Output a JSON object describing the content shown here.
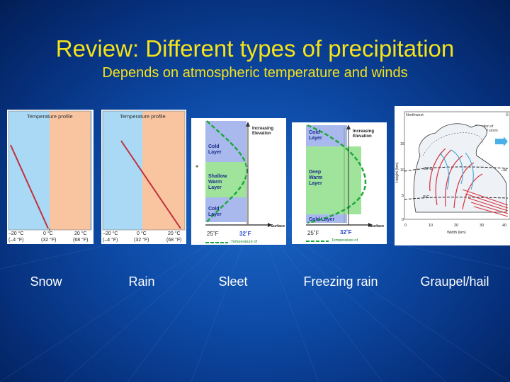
{
  "title": "Review: Different types of precipitation",
  "subtitle": "Depends on atmospheric temperature and winds",
  "profile": {
    "heading": "Temperature profile",
    "left_c": "–20 °C",
    "left_f": "(–4 °F)",
    "mid_c": "0 °C",
    "mid_f": "(32 °F)",
    "right_c": "20 °C",
    "right_f": "(68 °F)"
  },
  "sleet": {
    "layer_top": "Cold\nLayer",
    "layer_mid": "Shallow\nWarm\nLayer",
    "layer_bot": "Cold\nLayer",
    "elevation": "Increasing\nElevation",
    "surface": "Surface",
    "t25": "25˚F",
    "t32": "32˚F",
    "legend": "Temperature of"
  },
  "freezing": {
    "layer_top": "Cold\nLayer",
    "layer_mid": "Deep\nWarm\nLayer",
    "layer_bot": "Cold Layer",
    "elevation": "Increasing\nElevation",
    "surface": "Surface",
    "t25": "25˚F",
    "t32": "32˚F",
    "legend": "Temperature of"
  },
  "hail": {
    "northwest": "Northwest",
    "se": "S",
    "direction": "Direction of\ntravel of storm",
    "height": "Height (km)",
    "width": "Width (km)",
    "zero_c": "0°C",
    "minus20": "–20°C",
    "minus40": "–40",
    "y_ticks": [
      "15",
      "10",
      "5",
      "0"
    ],
    "x_ticks": [
      "0",
      "10",
      "20",
      "30",
      "40"
    ]
  },
  "captions": [
    "Snow",
    "Rain",
    "Sleet",
    "Freezing rain",
    "Graupel/hail"
  ],
  "colors": {
    "title": "#f4e21a",
    "cold": "#a9d9f4",
    "warm": "#f9c4a0",
    "cold_layer": "#a9b9ee",
    "warm_layer": "#9fe49a",
    "dashed": "#1ea83a",
    "line": "#c2303c"
  }
}
